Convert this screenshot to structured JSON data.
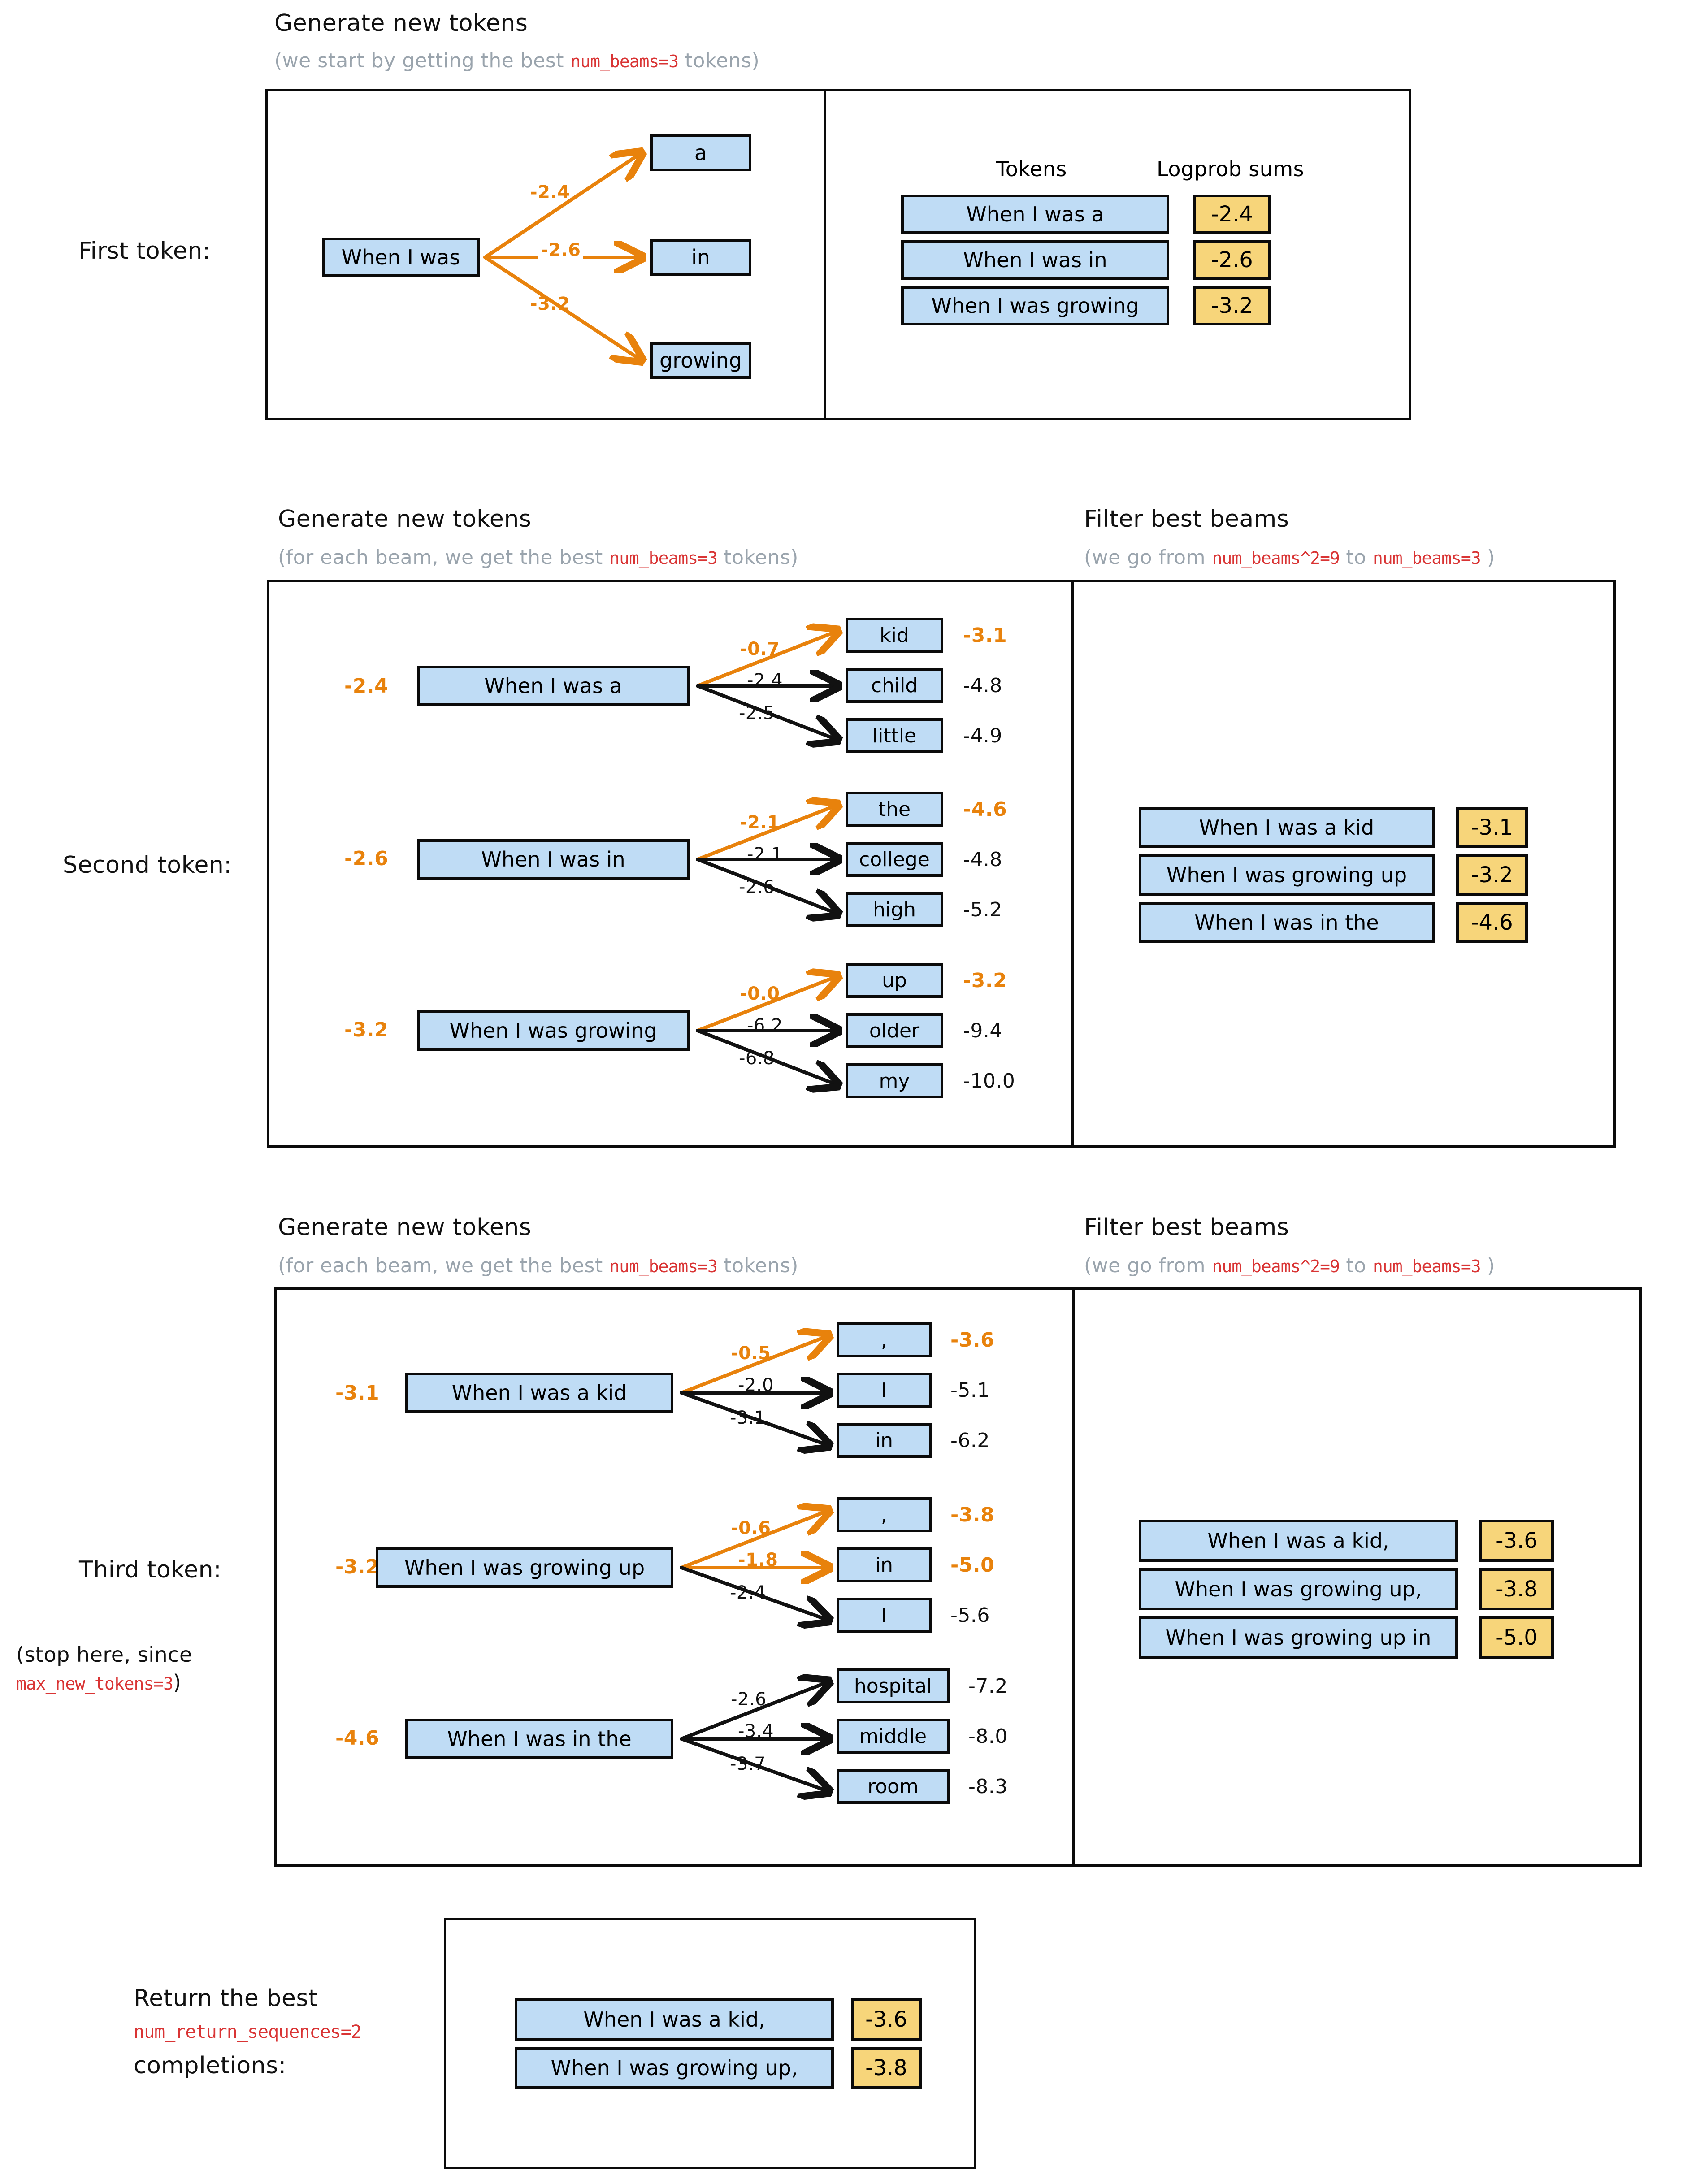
{
  "colors": {
    "token_box": "#bfdcf5",
    "logprob_box": "#f7d57a",
    "selected_edge": "#e8820c",
    "unselected_edge": "#111111",
    "code_text": "#d93434",
    "subtitle_text": "#9aa4ad"
  },
  "sections": [
    {
      "id": "first-token",
      "side_label": "First token:",
      "side_note": "",
      "side_note_code": "",
      "left_header": {
        "title": "Generate new tokens",
        "sub_pre": "(we start by getting the best ",
        "sub_code": "num_beams=3",
        "sub_post": " tokens)"
      },
      "right_header": {
        "title": "",
        "sub_pre": "",
        "sub_code": "",
        "sub_post": ""
      },
      "source": {
        "text": "When I was",
        "score": ""
      },
      "branches": [
        {
          "edge": "-2.4",
          "token": "a",
          "sum": "",
          "selected": true
        },
        {
          "edge": "-2.6",
          "token": "in",
          "sum": "",
          "selected": true
        },
        {
          "edge": "-3.2",
          "token": "growing",
          "sum": "",
          "selected": true
        }
      ],
      "right_columns": {
        "tokens": "Tokens",
        "sums": "Logprob sums"
      },
      "right_rows": [
        {
          "text": "When I was a",
          "sum": "-2.4"
        },
        {
          "text": "When I was in",
          "sum": "-2.6"
        },
        {
          "text": "When I was growing",
          "sum": "-3.2"
        }
      ]
    },
    {
      "id": "second-token",
      "side_label": "Second token:",
      "left_header": {
        "title": "Generate new tokens",
        "sub_pre": "(for each beam, we get the best ",
        "sub_code": "num_beams=3",
        "sub_post": " tokens)"
      },
      "right_header": {
        "title": "Filter best beams",
        "sub_pre": "(we go from ",
        "sub_code": "num_beams^2=9",
        "sub_mid": " to ",
        "sub_code2": "num_beams=3",
        "sub_post": " )"
      },
      "beams": [
        {
          "source": "When I was a",
          "source_score": "-2.4",
          "branches": [
            {
              "edge": "-0.7",
              "token": "kid",
              "sum": "-3.1",
              "selected": true
            },
            {
              "edge": "-2.4",
              "token": "child",
              "sum": "-4.8",
              "selected": false
            },
            {
              "edge": "-2.5",
              "token": "little",
              "sum": "-4.9",
              "selected": false
            }
          ]
        },
        {
          "source": "When I was in",
          "source_score": "-2.6",
          "branches": [
            {
              "edge": "-2.1",
              "token": "the",
              "sum": "-4.6",
              "selected": true
            },
            {
              "edge": "-2.1",
              "token": "college",
              "sum": "-4.8",
              "selected": false
            },
            {
              "edge": "-2.6",
              "token": "high",
              "sum": "-5.2",
              "selected": false
            }
          ]
        },
        {
          "source": "When I was growing",
          "source_score": "-3.2",
          "branches": [
            {
              "edge": "-0.0",
              "token": "up",
              "sum": "-3.2",
              "selected": true
            },
            {
              "edge": "-6.2",
              "token": "older",
              "sum": "-9.4",
              "selected": false
            },
            {
              "edge": "-6.8",
              "token": "my",
              "sum": "-10.0",
              "selected": false
            }
          ]
        }
      ],
      "right_rows": [
        {
          "text": "When I was a kid",
          "sum": "-3.1"
        },
        {
          "text": "When I was growing up",
          "sum": "-3.2"
        },
        {
          "text": "When I was in the",
          "sum": "-4.6"
        }
      ]
    },
    {
      "id": "third-token",
      "side_label": "Third token:",
      "side_note": "(stop here, since",
      "side_note_code": "max_new_tokens=3",
      "side_note_close": ")",
      "left_header": {
        "title": "Generate new tokens",
        "sub_pre": "(for each beam, we get the best ",
        "sub_code": "num_beams=3",
        "sub_post": " tokens)"
      },
      "right_header": {
        "title": "Filter best beams",
        "sub_pre": "(we go from ",
        "sub_code": "num_beams^2=9",
        "sub_mid": " to ",
        "sub_code2": "num_beams=3",
        "sub_post": " )"
      },
      "beams": [
        {
          "source": "When I was a kid",
          "source_score": "-3.1",
          "branches": [
            {
              "edge": "-0.5",
              "token": ",",
              "sum": "-3.6",
              "selected": true
            },
            {
              "edge": "-2.0",
              "token": "I",
              "sum": "-5.1",
              "selected": false
            },
            {
              "edge": "-3.1",
              "token": "in",
              "sum": "-6.2",
              "selected": false
            }
          ]
        },
        {
          "source": "When I was growing up",
          "source_score": "-3.2",
          "branches": [
            {
              "edge": "-0.6",
              "token": ",",
              "sum": "-3.8",
              "selected": true
            },
            {
              "edge": "-1.8",
              "token": "in",
              "sum": "-5.0",
              "selected": true
            },
            {
              "edge": "-2.4",
              "token": "I",
              "sum": "-5.6",
              "selected": false
            }
          ]
        },
        {
          "source": "When I was in the",
          "source_score": "-4.6",
          "branches": [
            {
              "edge": "-2.6",
              "token": "hospital",
              "sum": "-7.2",
              "selected": false
            },
            {
              "edge": "-3.4",
              "token": "middle",
              "sum": "-8.0",
              "selected": false
            },
            {
              "edge": "-3.7",
              "token": "room",
              "sum": "-8.3",
              "selected": false
            }
          ]
        }
      ],
      "right_rows": [
        {
          "text": "When I was a kid,",
          "sum": "-3.6"
        },
        {
          "text": "When I was growing up,",
          "sum": "-3.8"
        },
        {
          "text": "When I was growing up in",
          "sum": "-5.0"
        }
      ]
    }
  ],
  "final": {
    "label_line1": "Return the best",
    "label_code": "num_return_sequences=2",
    "label_line3": "completions:",
    "rows": [
      {
        "text": "When I was a kid,",
        "sum": "-3.6"
      },
      {
        "text": "When I was growing up,",
        "sum": "-3.8"
      }
    ]
  }
}
